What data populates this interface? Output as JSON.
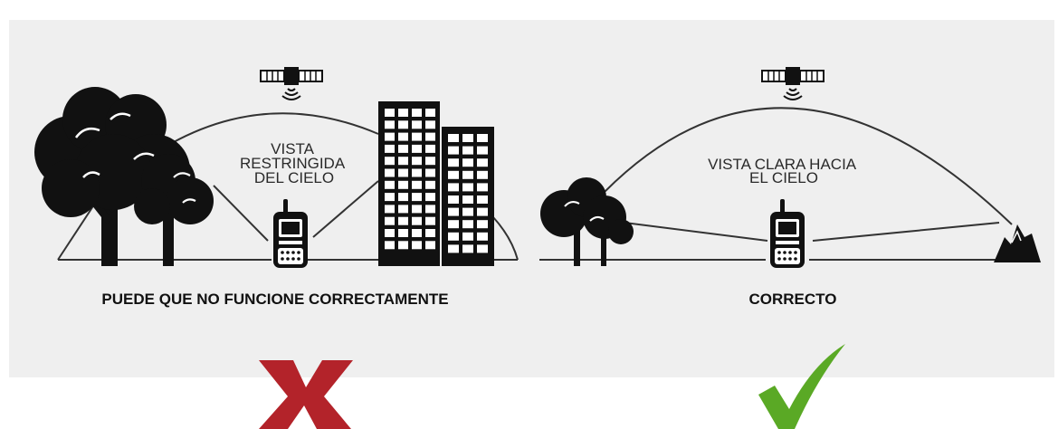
{
  "left_panel": {
    "sky_label_lines": [
      "VISTA",
      "RESTRINGIDA",
      "DEL CIELO"
    ],
    "caption": "PUEDE QUE NO FUNCIONE CORRECTAMENTE",
    "verdict_icon": "red-x-icon"
  },
  "right_panel": {
    "sky_label_lines": [
      "VISTA CLARA HACIA",
      "EL CIELO"
    ],
    "caption": "CORRECTO",
    "verdict_icon": "green-checkmark-icon"
  },
  "colors": {
    "panel_background": "#efefef",
    "ink": "#111111",
    "fail_red": "#b3232a",
    "ok_green": "#5aa925"
  }
}
